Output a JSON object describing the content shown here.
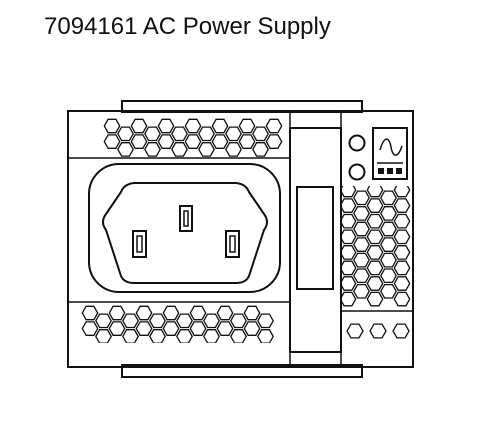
{
  "title": "7094161 AC Power Supply",
  "colors": {
    "line": "#111111",
    "background": "#ffffff"
  },
  "parts": {
    "ac_inlet": "ac-inlet",
    "release_latch": "release-latch",
    "led_top": "status-led-top",
    "led_bottom": "status-led-bottom",
    "ac_symbol": "ac-sine-wave-icon"
  }
}
